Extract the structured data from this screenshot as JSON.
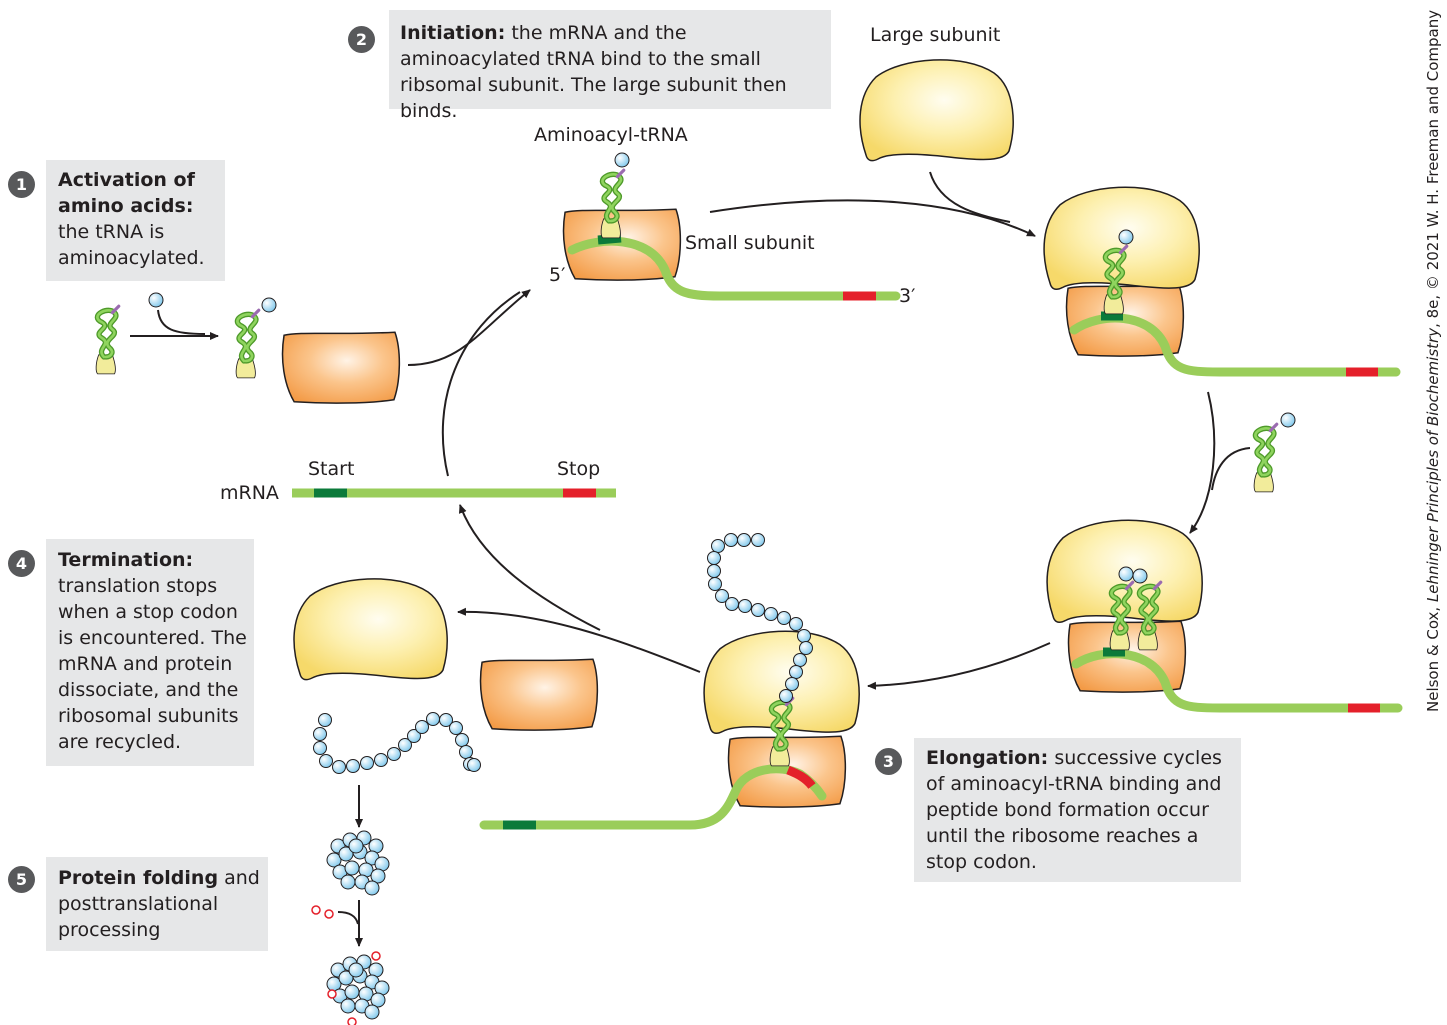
{
  "steps": [
    {
      "number": "1",
      "title": "Activation of amino acids:",
      "body": "the tRNA is aminoacylated."
    },
    {
      "number": "2",
      "title": "Initiation:",
      "body": "the mRNA and the aminoacylated tRNA bind to the small ribsomal subunit. The large subunit then binds."
    },
    {
      "number": "3",
      "title": "Elongation:",
      "body": "successive cycles of aminoacyl-tRNA binding and peptide bond formation occur until the ribosome reaches a stop codon."
    },
    {
      "number": "4",
      "title": "Termination:",
      "body": "translation stops when a stop codon is encountered. The mRNA and protein dissociate, and the ribosomal subunits are recycled."
    },
    {
      "number": "5",
      "title": "Protein folding",
      "body": "and posttranslational processing"
    }
  ],
  "labels": {
    "large_subunit": "Large subunit",
    "small_subunit": "Small subunit",
    "aminoacyl_trna": "Aminoacyl-tRNA",
    "five_prime": "5′",
    "three_prime": "3′",
    "mrna": "mRNA",
    "start": "Start",
    "stop": "Stop"
  },
  "credit": {
    "prefix": "Nelson & Cox, ",
    "title": "Lehninger Principles of Biochemistry",
    "suffix": ", 8e, © 2021 W. H. Freeman and Company"
  },
  "colors": {
    "large_subunit": "#fce68a",
    "small_subunit": "#f7a24d",
    "mrna": "#9acd5a",
    "start_codon": "#0b7a3a",
    "stop_codon": "#e4202a",
    "amino_acid": "#a8ddf5",
    "trna": "#6fbf44",
    "box": "#e6e7e8"
  }
}
